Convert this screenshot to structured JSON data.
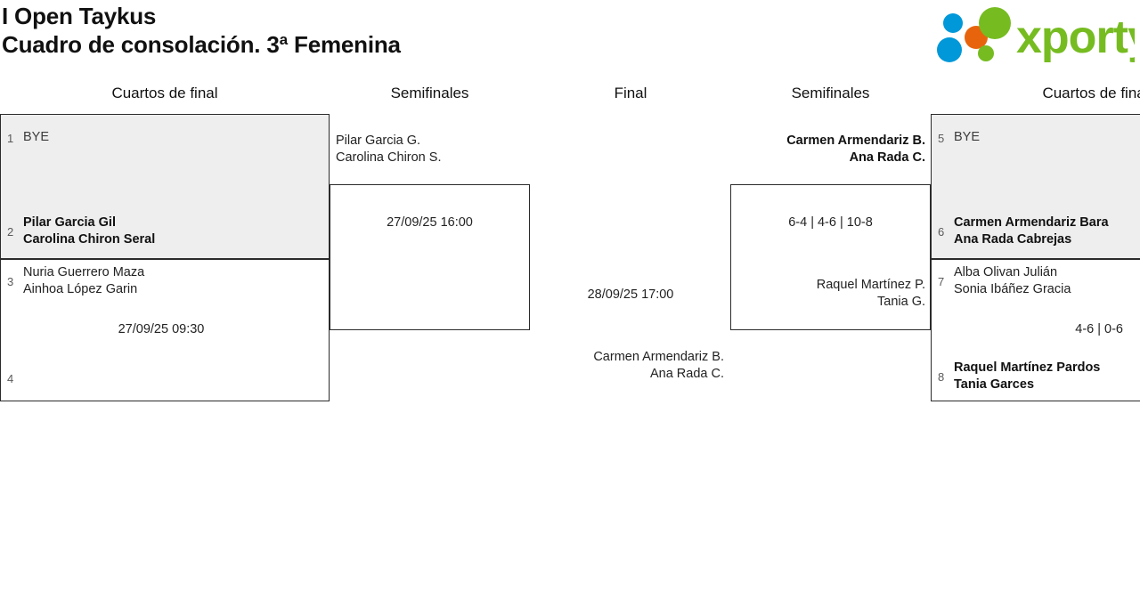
{
  "header": {
    "tournament": "I Open Taykus",
    "subtitle": "Cuadro de consolación. 3ª Femenina",
    "logo_text": "xporty",
    "logo_colors": {
      "green": "#76bc21",
      "blue": "#0098d8",
      "orange": "#e8640c"
    }
  },
  "rounds": [
    {
      "id": "qf-left",
      "label": "Cuartos de final"
    },
    {
      "id": "sf-left",
      "label": "Semifinales"
    },
    {
      "id": "final",
      "label": "Final"
    },
    {
      "id": "sf-right",
      "label": "Semifinales"
    },
    {
      "id": "qf-right",
      "label": "Cuartos de final"
    }
  ],
  "bracket": {
    "left": {
      "quarterfinals": [
        {
          "box": "shaded",
          "slots": [
            {
              "seed": "1",
              "players": [
                "BYE"
              ],
              "winner": false,
              "bye": true
            },
            {
              "seed": "2",
              "players": [
                "Pilar Garcia Gil",
                "Carolina Chiron Seral"
              ],
              "winner": true,
              "bye": false
            }
          ],
          "meta": ""
        },
        {
          "box": "plain",
          "slots": [
            {
              "seed": "3",
              "players": [
                "Nuria Guerrero Maza",
                "Ainhoa López Garin"
              ],
              "winner": false,
              "bye": false
            },
            {
              "seed": "4",
              "players": [],
              "winner": false,
              "bye": false
            }
          ],
          "meta": "27/09/25 09:30"
        }
      ],
      "semifinal": {
        "top_label": [
          "Pilar Garcia G.",
          "Carolina Chiron S."
        ],
        "top_label_winner": false,
        "meta": "27/09/25 16:00",
        "bottom_label": [],
        "bottom_label_winner": false
      }
    },
    "final": {
      "meta": "28/09/25 17:00",
      "bottom_label": [
        "Carmen Armendariz B.",
        "Ana Rada C."
      ],
      "bottom_label_winner": false
    },
    "right": {
      "semifinal": {
        "top_label": [
          "Carmen Armendariz B.",
          "Ana Rada C."
        ],
        "top_label_winner": true,
        "meta": "6-4 | 4-6 | 10-8",
        "bottom_label": [
          "Raquel Martínez P.",
          "Tania G."
        ],
        "bottom_label_winner": false
      },
      "quarterfinals": [
        {
          "box": "shaded",
          "slots": [
            {
              "seed": "5",
              "players": [
                "BYE"
              ],
              "winner": false,
              "bye": true
            },
            {
              "seed": "6",
              "players": [
                "Carmen Armendariz Bara",
                "Ana Rada Cabrejas"
              ],
              "winner": true,
              "bye": false
            }
          ],
          "meta": ""
        },
        {
          "box": "plain",
          "slots": [
            {
              "seed": "7",
              "players": [
                "Alba Olivan Julián",
                "Sonia Ibáñez Gracia"
              ],
              "winner": false,
              "bye": false
            },
            {
              "seed": "8",
              "players": [
                "Raquel Martínez Pardos",
                "Tania Garces"
              ],
              "winner": true,
              "bye": false
            }
          ],
          "meta": "4-6 | 0-6"
        }
      ]
    }
  }
}
